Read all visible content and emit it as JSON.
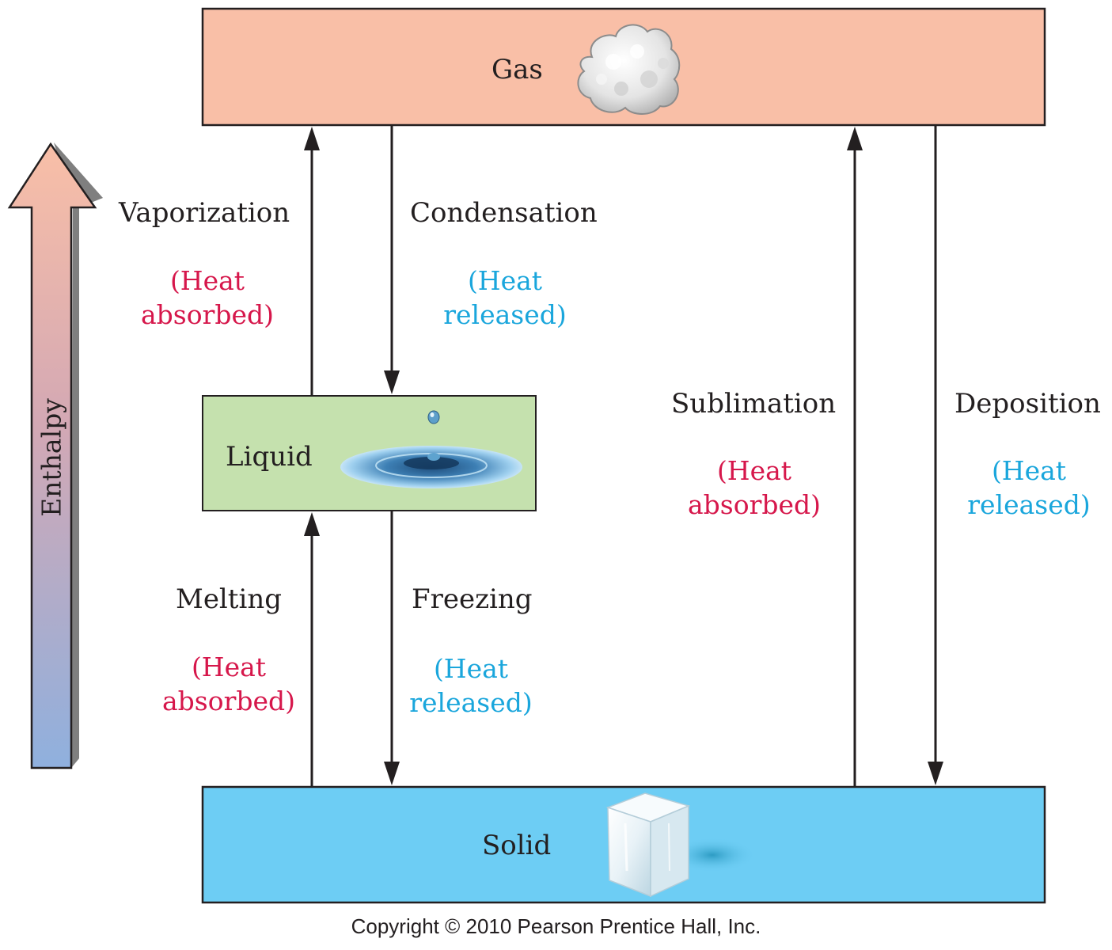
{
  "colors": {
    "gas_box": "#f9bfa7",
    "liquid_box": "#c5e1ae",
    "solid_box": "#6dcdf4",
    "absorbed_text": "#d6174b",
    "released_text": "#1aa6dc",
    "arrow": "#231f20"
  },
  "states": {
    "gas": "Gas",
    "liquid": "Liquid",
    "solid": "Solid"
  },
  "axis": {
    "label": "Enthalpy"
  },
  "processes": {
    "vaporization": {
      "name": "Vaporization",
      "heat_line1": "(Heat",
      "heat_line2": "absorbed)"
    },
    "condensation": {
      "name": "Condensation",
      "heat_line1": "(Heat",
      "heat_line2": "released)"
    },
    "melting": {
      "name": "Melting",
      "heat_line1": "(Heat",
      "heat_line2": "absorbed)"
    },
    "freezing": {
      "name": "Freezing",
      "heat_line1": "(Heat",
      "heat_line2": "released)"
    },
    "sublimation": {
      "name": "Sublimation",
      "heat_line1": "(Heat",
      "heat_line2": "absorbed)"
    },
    "deposition": {
      "name": "Deposition",
      "heat_line1": "(Heat",
      "heat_line2": "released)"
    }
  },
  "icons": {
    "gas": "gas-cloud-icon",
    "liquid": "water-droplet-icon",
    "solid": "ice-cube-icon"
  },
  "footer": {
    "copyright": "Copyright © 2010 Pearson Prentice Hall, Inc."
  }
}
